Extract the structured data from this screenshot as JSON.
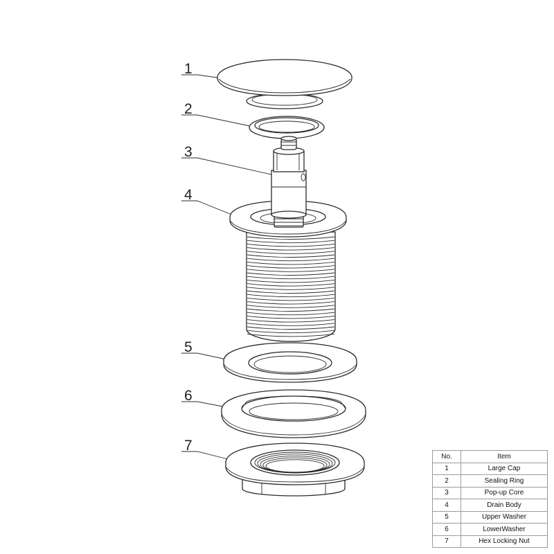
{
  "callouts": [
    "1",
    "2",
    "3",
    "4",
    "5",
    "6",
    "7"
  ],
  "table": {
    "headers": [
      "No.",
      "Item"
    ],
    "rows": [
      [
        "1",
        "Large Cap"
      ],
      [
        "2",
        "Sealing Ring"
      ],
      [
        "3",
        "Pop-up Core"
      ],
      [
        "4",
        "Drain Body"
      ],
      [
        "5",
        "Upper Washer"
      ],
      [
        "6",
        "LowerWasher"
      ],
      [
        "7",
        "Hex Locking Nut"
      ]
    ]
  }
}
